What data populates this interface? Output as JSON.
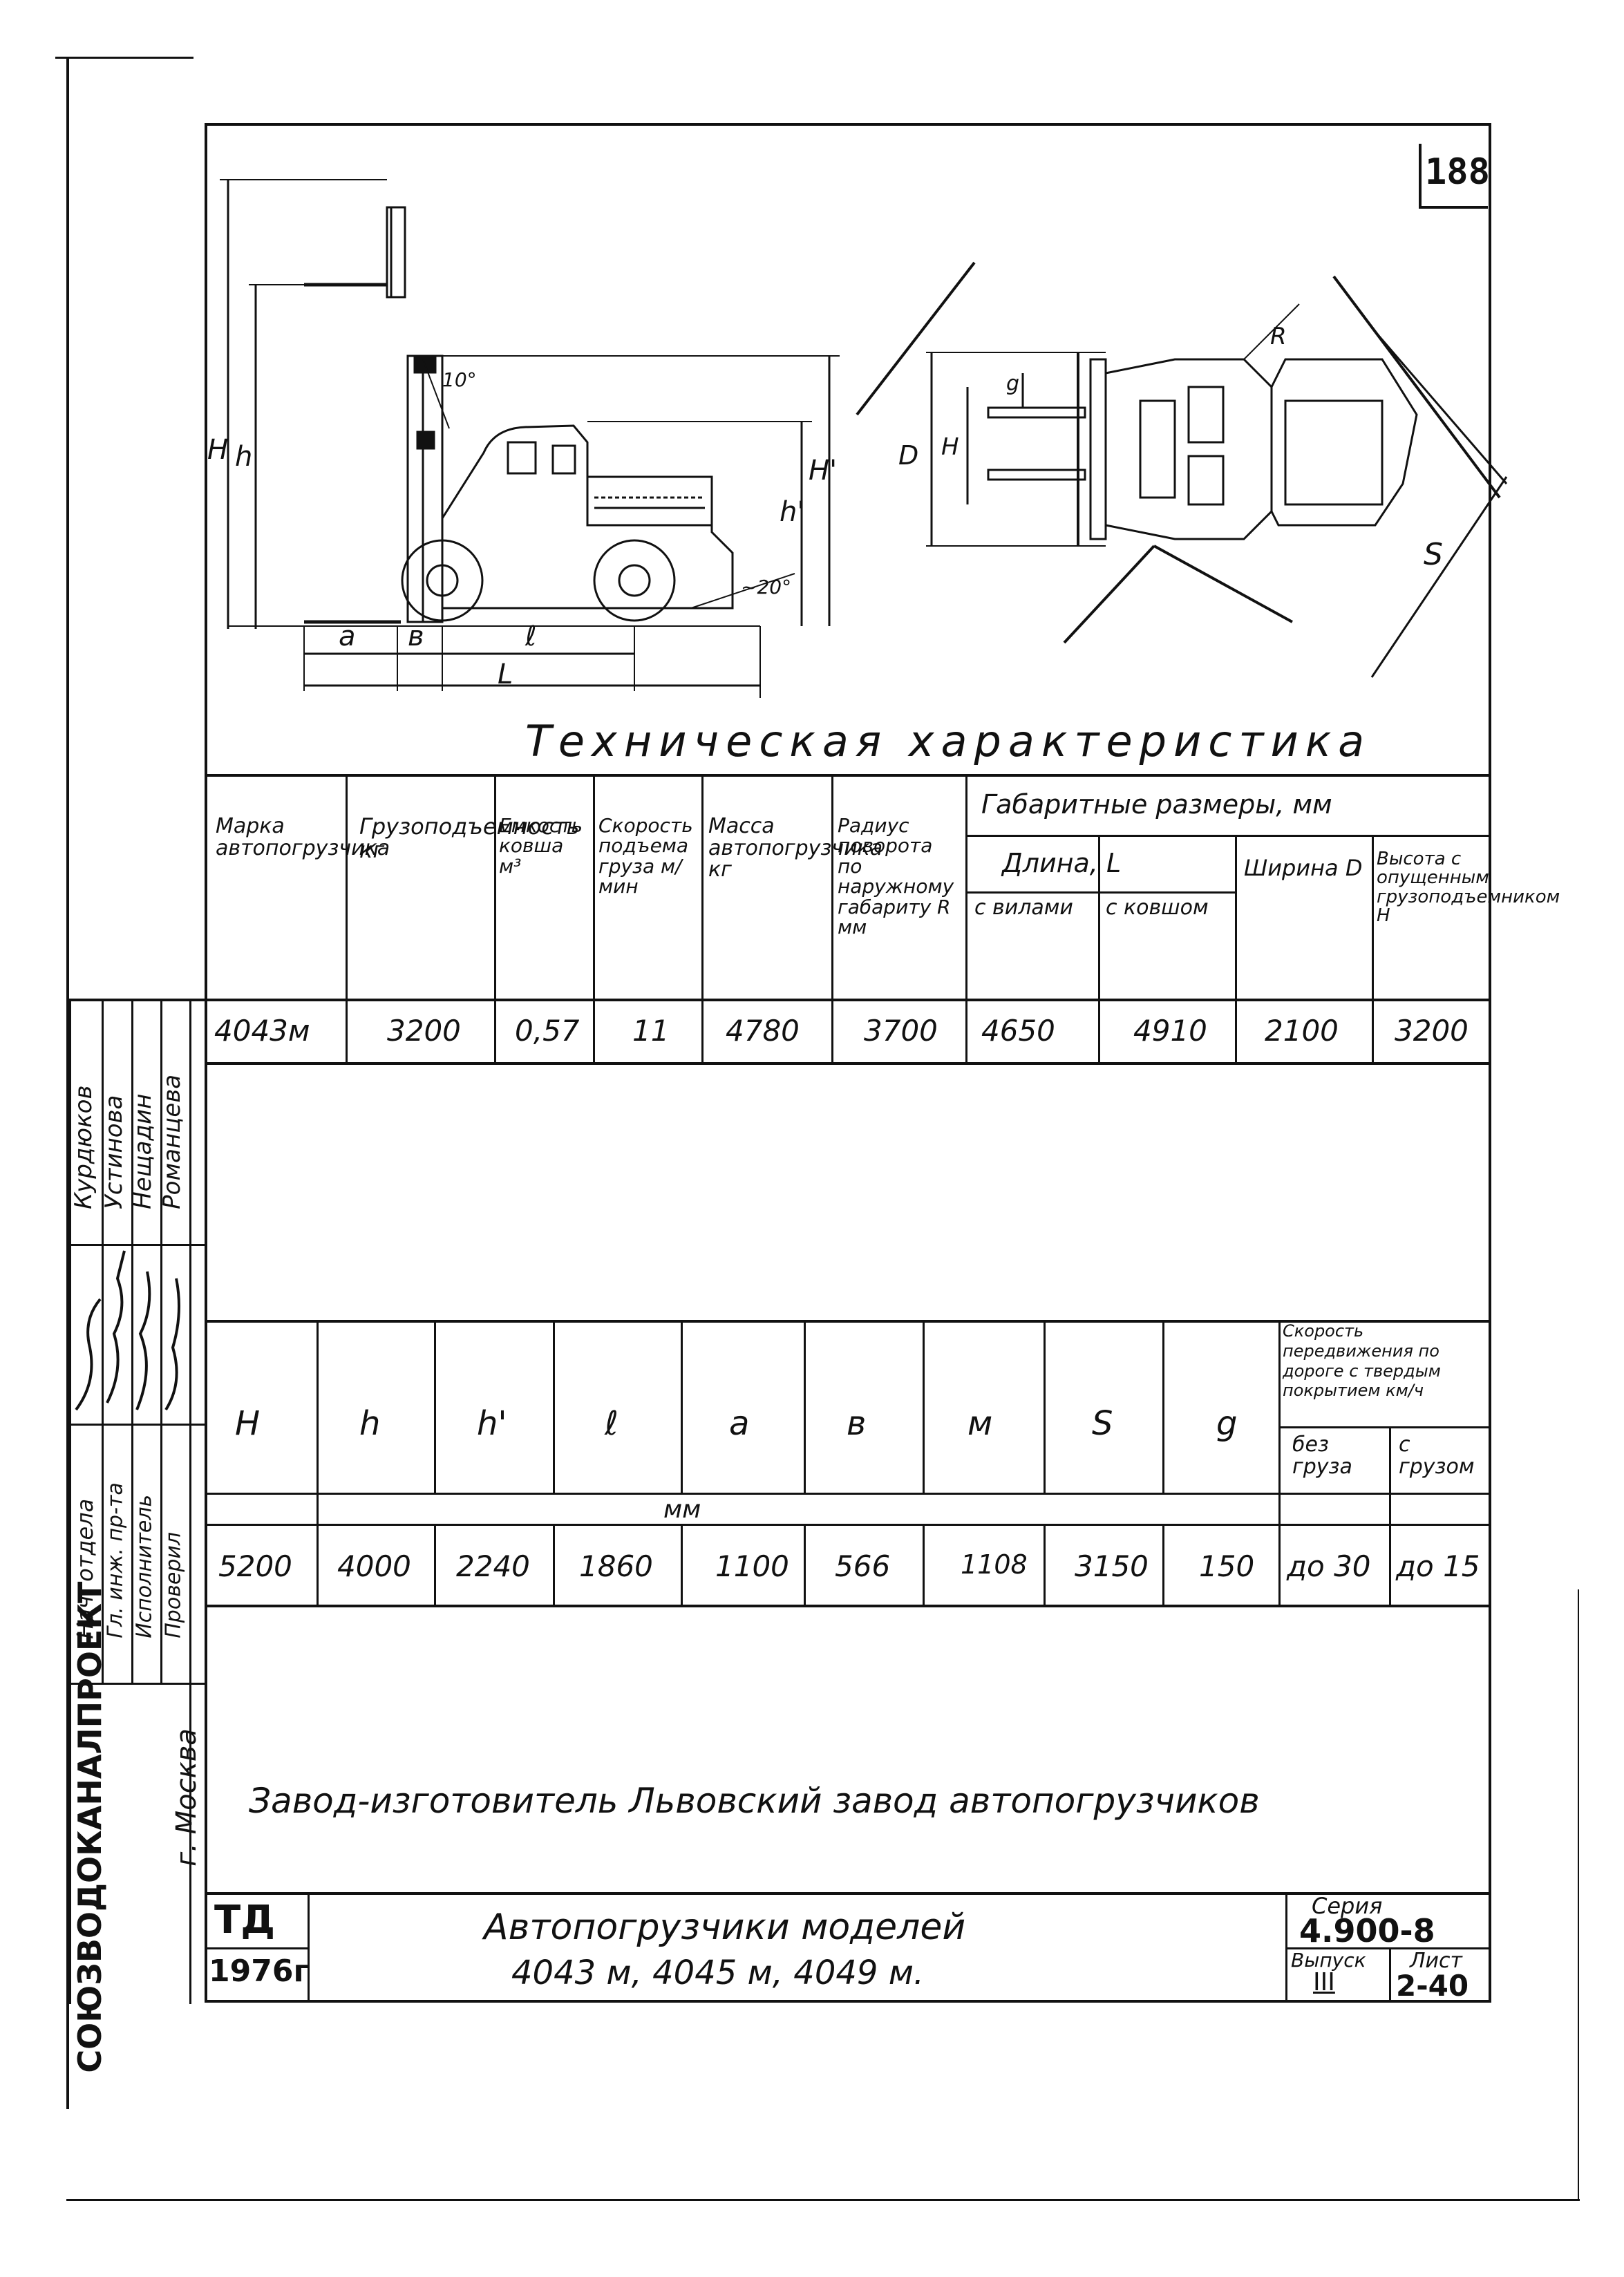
{
  "sheet_number": "188",
  "section_title": "Техническая характеристика",
  "drawing_labels": {
    "side_view": {
      "H": "H",
      "h": "h",
      "h_prime": "h'",
      "H_prime": "H'",
      "a": "a",
      "b": "в",
      "l": "ℓ",
      "L": "L",
      "angle_top": "10°",
      "angle_bottom": "~20°"
    },
    "top_view": {
      "D": "D",
      "H": "H",
      "g": "g",
      "R": "R",
      "S": "S"
    }
  },
  "table1": {
    "headers": {
      "model": "Марка автопогрузчика",
      "capacity": "Грузоподъемность кг",
      "bucket": "Емкость ковша м³",
      "lift_speed": "Скорость подъема груза м/мин",
      "mass": "Масса автопогрузчика кг",
      "radius": "Радиус поворота по наружному габариту R мм",
      "dims_group": "Габаритные размеры, мм",
      "length_group": "Длина, L",
      "len_forks": "с вилами",
      "len_bucket": "с ковшом",
      "width": "Ширина D",
      "height": "Высота с опущенным грузоподъемником H"
    },
    "row": {
      "model": "4043м",
      "capacity": "3200",
      "bucket": "0,57",
      "lift_speed": "11",
      "mass": "4780",
      "radius": "3700",
      "len_forks": "4650",
      "len_bucket": "4910",
      "width": "2100",
      "height": "3200"
    }
  },
  "table2": {
    "headers": [
      "H",
      "h",
      "h'",
      "ℓ",
      "a",
      "в",
      "м",
      "S",
      "g"
    ],
    "speed_header": "Скорость передвижения по дороге с твердым покрытием км/ч",
    "speed_no_load": "без груза",
    "speed_load": "с грузом",
    "unit": "мм",
    "values": [
      "5200",
      "4000",
      "2240",
      "1860",
      "1100",
      "566",
      "1108",
      "3150",
      "150"
    ],
    "speed_values": [
      "до 30",
      "до 15"
    ]
  },
  "manufacturer": "Завод-изготовитель Львовский завод автопогрузчиков",
  "title_block": {
    "td": "ТД",
    "year": "1976г",
    "title_line1": "Автопогрузчики моделей",
    "title_line2": "4043 м, 4045 м, 4049 м.",
    "series_label": "Серия",
    "series": "4.900-8",
    "issue_label": "Выпуск",
    "issue": "III",
    "sheet_label": "Лист",
    "sheet": "2-40"
  },
  "side_stamp": {
    "org": "СОЮЗВОДОКАНАЛПРОЕКТ",
    "city": "г. Москва",
    "roles": [
      "Нач. отдела",
      "Гл. инж. пр-та",
      "Исполнитель",
      "Проверил"
    ],
    "names": [
      "Курдюков",
      "Устинова",
      "Нещадин",
      "Романцева"
    ]
  }
}
